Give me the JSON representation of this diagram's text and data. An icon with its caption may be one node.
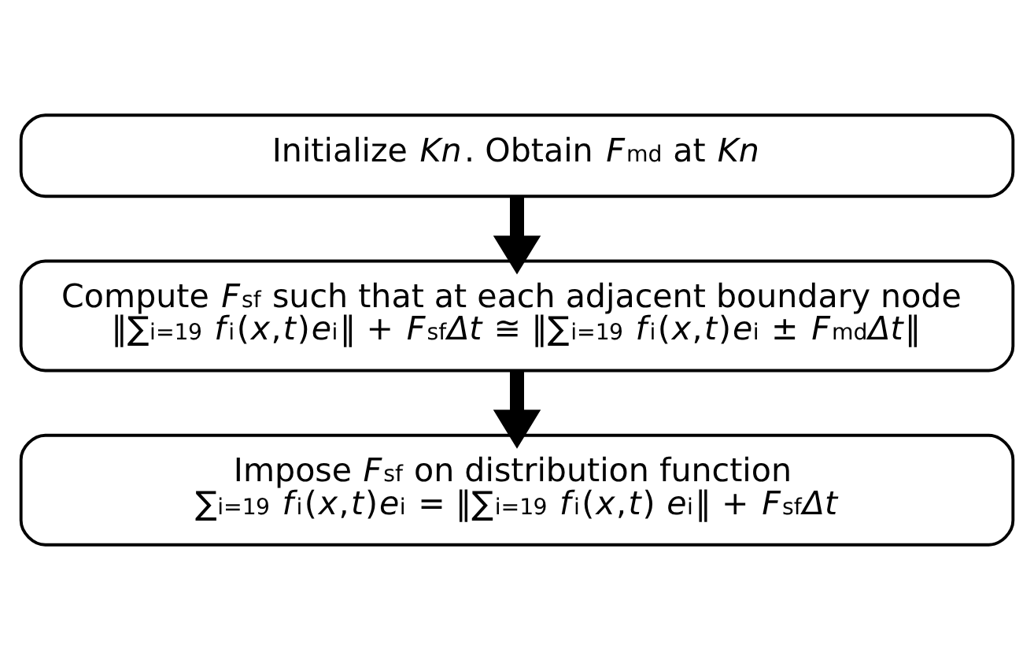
{
  "diagram": {
    "nodes": [
      {
        "text": [
          "Initialize *Kn*. Obtain *F*$_{md}$ at *Kn*"
        ]
      },
      {
        "text": [
          "Compute *F*$_{sf}$ such that at each adjacent boundary node",
          "‖∑$_{i=1}$$^{9}$ *f*$_{i}$(*x*,*t*)*e*$_{i}$‖ + *F*$_{sf}$*Δt* ≅ ‖∑$_{i=1}$$^{9}$ *f*$_{i}$(*x*,*t*)*e*$_{i}$ ± *F*$_{md}$*Δt*‖"
        ]
      },
      {
        "text": [
          "Impose *F*$_{sf}$ on distribution function",
          "∑$_{i=1}$$^{9}$ *f*$_{i}$(*x*,*t*)*e*$_{i}$ = ‖∑$_{i=1}$$^{9}$ *f*$_{i}$(*x*,*t*) *e*$_{i}$‖ + *F*$_{sf}$*Δt*"
        ]
      }
    ],
    "edges": [
      {
        "from": 0,
        "to": 1,
        "arrow": "to"
      },
      {
        "from": 1,
        "to": 2,
        "arrow": "to"
      }
    ]
  }
}
